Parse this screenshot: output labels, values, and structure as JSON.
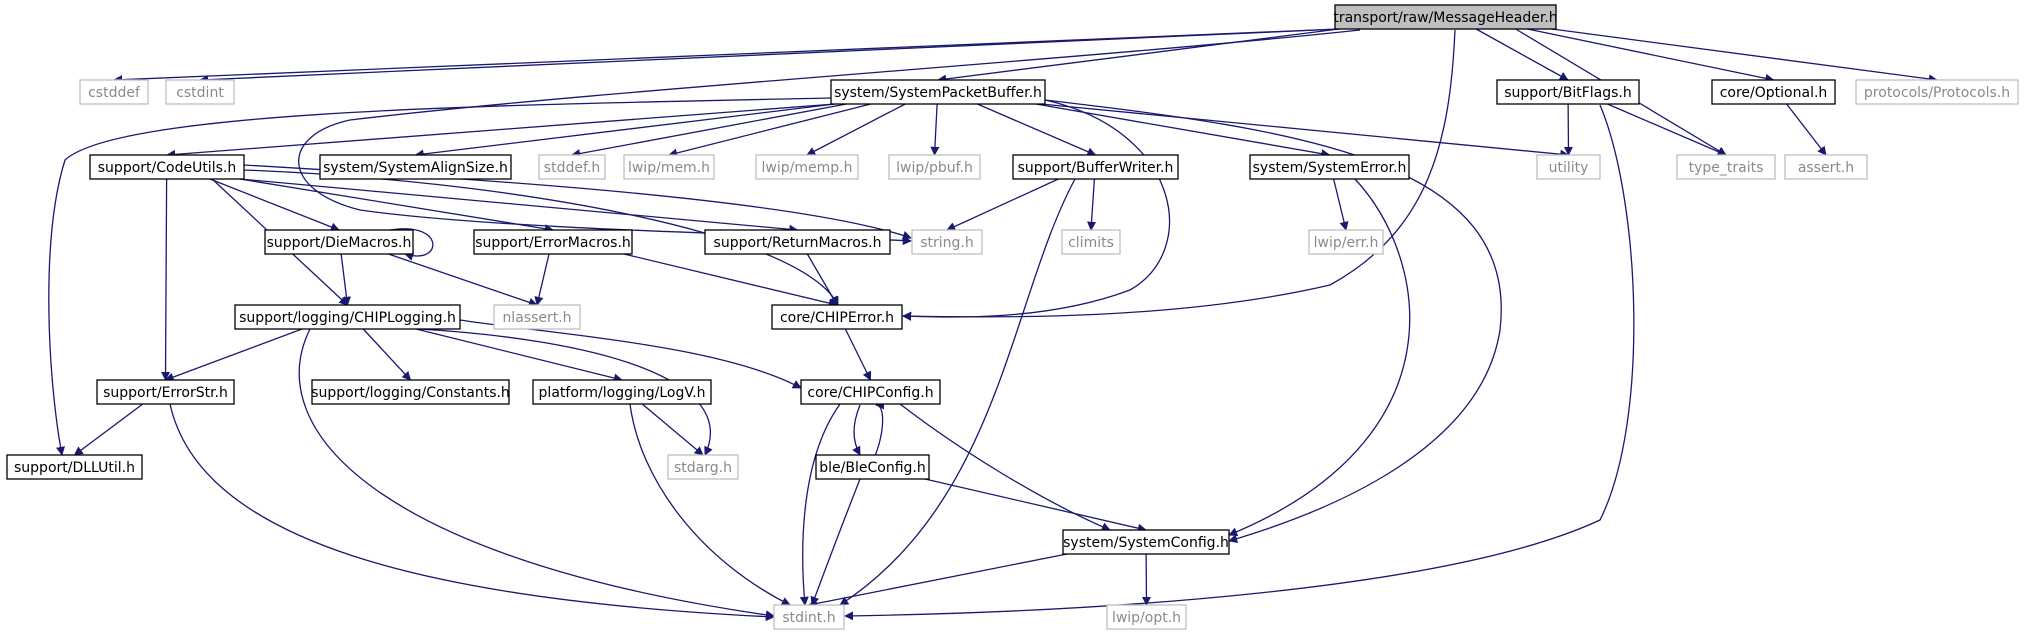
{
  "graph": {
    "colors": {
      "edge": "#191970",
      "root_fill": "#bfbfbf",
      "external_border": "#bfbfbf",
      "defined_border": "#000000"
    },
    "nodes": {
      "root": {
        "label": "transport/raw/MessageHeader.h",
        "kind": "root"
      },
      "cstddef": {
        "label": "cstddef",
        "kind": "external"
      },
      "cstdint": {
        "label": "cstdint",
        "kind": "external"
      },
      "spb": {
        "label": "system/SystemPacketBuffer.h",
        "kind": "defined"
      },
      "bitflags": {
        "label": "support/BitFlags.h",
        "kind": "defined"
      },
      "optional": {
        "label": "core/Optional.h",
        "kind": "defined"
      },
      "protocols": {
        "label": "protocols/Protocols.h",
        "kind": "external"
      },
      "codeutils": {
        "label": "support/CodeUtils.h",
        "kind": "defined"
      },
      "alignsize": {
        "label": "system/SystemAlignSize.h",
        "kind": "defined"
      },
      "stddef": {
        "label": "stddef.h",
        "kind": "external"
      },
      "lwipmem": {
        "label": "lwip/mem.h",
        "kind": "external"
      },
      "lwipmemp": {
        "label": "lwip/memp.h",
        "kind": "external"
      },
      "lwippbuf": {
        "label": "lwip/pbuf.h",
        "kind": "external"
      },
      "bufwriter": {
        "label": "support/BufferWriter.h",
        "kind": "defined"
      },
      "syserror": {
        "label": "system/SystemError.h",
        "kind": "defined"
      },
      "utility": {
        "label": "utility",
        "kind": "external"
      },
      "typetraits": {
        "label": "type_traits",
        "kind": "external"
      },
      "asserth": {
        "label": "assert.h",
        "kind": "external"
      },
      "diemacros": {
        "label": "support/DieMacros.h",
        "kind": "defined"
      },
      "errmacros": {
        "label": "support/ErrorMacros.h",
        "kind": "defined"
      },
      "retmacros": {
        "label": "support/ReturnMacros.h",
        "kind": "defined"
      },
      "stringh": {
        "label": "string.h",
        "kind": "external"
      },
      "climits": {
        "label": "climits",
        "kind": "external"
      },
      "lwiperr": {
        "label": "lwip/err.h",
        "kind": "external"
      },
      "chiplogging": {
        "label": "support/logging/CHIPLogging.h",
        "kind": "defined"
      },
      "nlassert": {
        "label": "nlassert.h",
        "kind": "external"
      },
      "chiperror": {
        "label": "core/CHIPError.h",
        "kind": "defined"
      },
      "errorstr": {
        "label": "support/ErrorStr.h",
        "kind": "defined"
      },
      "constants": {
        "label": "support/logging/Constants.h",
        "kind": "defined"
      },
      "logv": {
        "label": "platform/logging/LogV.h",
        "kind": "defined"
      },
      "chipconfig": {
        "label": "core/CHIPConfig.h",
        "kind": "defined"
      },
      "dllutil": {
        "label": "support/DLLUtil.h",
        "kind": "defined"
      },
      "stdarg": {
        "label": "stdarg.h",
        "kind": "external"
      },
      "bleconfig": {
        "label": "ble/BleConfig.h",
        "kind": "defined"
      },
      "sysconfig": {
        "label": "system/SystemConfig.h",
        "kind": "defined"
      },
      "stdint": {
        "label": "stdint.h",
        "kind": "external"
      },
      "lwipopt": {
        "label": "lwip/opt.h",
        "kind": "external"
      }
    },
    "edges": [
      [
        "root",
        "cstddef"
      ],
      [
        "root",
        "cstdint"
      ],
      [
        "root",
        "spb"
      ],
      [
        "root",
        "stringh"
      ],
      [
        "root",
        "chiperror"
      ],
      [
        "root",
        "bitflags"
      ],
      [
        "root",
        "typetraits"
      ],
      [
        "root",
        "optional"
      ],
      [
        "root",
        "protocols"
      ],
      [
        "spb",
        "dllutil"
      ],
      [
        "spb",
        "codeutils"
      ],
      [
        "spb",
        "alignsize"
      ],
      [
        "spb",
        "stddef"
      ],
      [
        "spb",
        "lwipmem"
      ],
      [
        "spb",
        "lwipmemp"
      ],
      [
        "spb",
        "lwippbuf"
      ],
      [
        "spb",
        "bufwriter"
      ],
      [
        "spb",
        "syserror"
      ],
      [
        "spb",
        "utility"
      ],
      [
        "spb",
        "chiperror"
      ],
      [
        "spb",
        "sysconfig"
      ],
      [
        "bitflags",
        "utility"
      ],
      [
        "bitflags",
        "typetraits"
      ],
      [
        "bitflags",
        "stdint"
      ],
      [
        "optional",
        "asserth"
      ],
      [
        "codeutils",
        "diemacros"
      ],
      [
        "codeutils",
        "errmacros"
      ],
      [
        "codeutils",
        "retmacros"
      ],
      [
        "codeutils",
        "stringh"
      ],
      [
        "codeutils",
        "chiplogging"
      ],
      [
        "codeutils",
        "errorstr"
      ],
      [
        "codeutils",
        "chiperror"
      ],
      [
        "diemacros",
        "diemacros"
      ],
      [
        "diemacros",
        "chiplogging"
      ],
      [
        "diemacros",
        "nlassert"
      ],
      [
        "errmacros",
        "nlassert"
      ],
      [
        "errmacros",
        "chiperror"
      ],
      [
        "retmacros",
        "chiperror"
      ],
      [
        "bufwriter",
        "stringh"
      ],
      [
        "bufwriter",
        "climits"
      ],
      [
        "bufwriter",
        "stdint"
      ],
      [
        "syserror",
        "lwiperr"
      ],
      [
        "syserror",
        "sysconfig"
      ],
      [
        "chiplogging",
        "errorstr"
      ],
      [
        "chiplogging",
        "constants"
      ],
      [
        "chiplogging",
        "logv"
      ],
      [
        "chiplogging",
        "chipconfig"
      ],
      [
        "chiplogging",
        "stdarg"
      ],
      [
        "chiplogging",
        "stdint"
      ],
      [
        "chiperror",
        "chipconfig"
      ],
      [
        "errorstr",
        "dllutil"
      ],
      [
        "errorstr",
        "stdint"
      ],
      [
        "logv",
        "stdarg"
      ],
      [
        "logv",
        "stdint"
      ],
      [
        "chipconfig",
        "bleconfig"
      ],
      [
        "chipconfig",
        "sysconfig"
      ],
      [
        "chipconfig",
        "stdint"
      ],
      [
        "bleconfig",
        "chipconfig"
      ],
      [
        "bleconfig",
        "sysconfig"
      ],
      [
        "bleconfig",
        "stdint"
      ],
      [
        "sysconfig",
        "stdint"
      ],
      [
        "sysconfig",
        "lwipopt"
      ]
    ]
  }
}
